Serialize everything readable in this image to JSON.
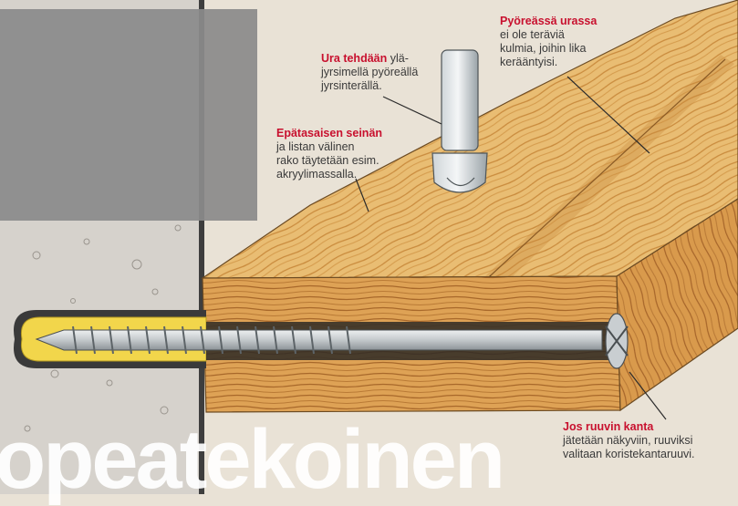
{
  "title": "opeatekoinen",
  "colors": {
    "heading": "#c8102e",
    "body_text": "#3a3a3a",
    "wall_shade": "#8b8b8b",
    "wood_light": "#e8b86a",
    "wood_dark": "#b8782e",
    "plug": "#f2d64b"
  },
  "annotations": [
    {
      "id": "rounded-groove",
      "heading": "Pyöreässä urassa",
      "body_lines": [
        "ei ole teräviä",
        "kulmia, joihin lika",
        "kerääntyisi."
      ]
    },
    {
      "id": "groove-made",
      "heading": "Ura tehdään",
      "heading_suffix": " ylä-",
      "body_lines": [
        "jyrsimellä pyöreällä",
        "jyrsinterällä."
      ]
    },
    {
      "id": "uneven-wall",
      "heading": "Epätasaisen seinän",
      "body_lines": [
        "ja listan välinen",
        "rako täytetään esim.",
        "akryylimassalla."
      ]
    },
    {
      "id": "screw-head",
      "heading": "Jos ruuvin kanta",
      "body_lines": [
        "jätetään näkyviin, ruuviksi",
        "valitaan koristekantaruuvi."
      ]
    }
  ]
}
